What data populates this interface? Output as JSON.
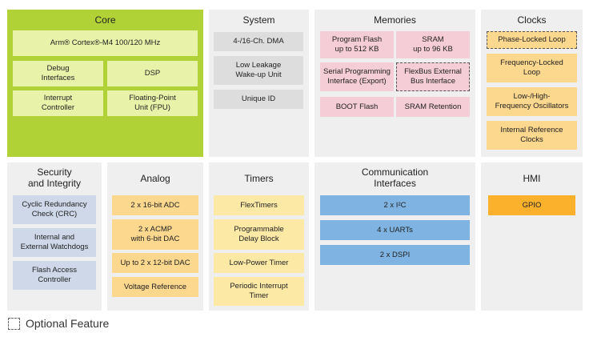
{
  "core": {
    "title": "Core",
    "cpu": "Arm® Cortex®-M4 100/120 MHz",
    "debug": "Debug\nInterfaces",
    "dsp": "DSP",
    "interrupt": "Interrupt\nController",
    "fpu": "Floating-Point\nUnit (FPU)"
  },
  "system": {
    "title": "System",
    "items": [
      "4-/16-Ch. DMA",
      "Low Leakage\nWake-up Unit",
      "Unique ID"
    ]
  },
  "memories": {
    "title": "Memories",
    "program_flash": "Program Flash\nup to 512 KB",
    "sram": "SRAM\nup to 96 KB",
    "serial_prog": "Serial Programming\nInterface (Export)",
    "flexbus": "FlexBus External\nBus Interface",
    "boot_flash": "BOOT Flash",
    "sram_retention": "SRAM Retention"
  },
  "clocks": {
    "title": "Clocks",
    "items": [
      "Phase-Locked Loop",
      "Frequency-Locked\nLoop",
      "Low-/High-\nFrequency Oscillators",
      "Internal Reference\nClocks"
    ]
  },
  "security": {
    "title": "Security\nand Integrity",
    "items": [
      "Cyclic Redundancy\nCheck (CRC)",
      "Internal and\nExternal Watchdogs",
      "Flash Access\nController"
    ]
  },
  "analog": {
    "title": "Analog",
    "items": [
      "2 x 16-bit ADC",
      "2 x ACMP\nwith 6-bit DAC",
      "Up to 2 x 12-bit DAC",
      "Voltage Reference"
    ]
  },
  "timers": {
    "title": "Timers",
    "items": [
      "FlexTimers",
      "Programmable\nDelay Block",
      "Low-Power Timer",
      "Periodic Interrupt\nTimer"
    ]
  },
  "comm": {
    "title": "Communication\nInterfaces",
    "items": [
      "2 x I²C",
      "4 x UARTs",
      "2 x DSPI"
    ]
  },
  "hmi": {
    "title": "HMI",
    "items": [
      "GPIO"
    ]
  },
  "legend": {
    "label": "Optional Feature"
  },
  "colors": {
    "core_panel": "#b1d237",
    "panel_bg": "#efefef",
    "core_block": "#e8f3a9",
    "system_block": "#dddddd",
    "memory_block": "#f4cdd7",
    "analog_block": "#fcd78e",
    "timer_block": "#fde9a6",
    "comm_block": "#7fb4e2",
    "hmi_block": "#fbb12c",
    "security_block": "#cfd8e8"
  }
}
